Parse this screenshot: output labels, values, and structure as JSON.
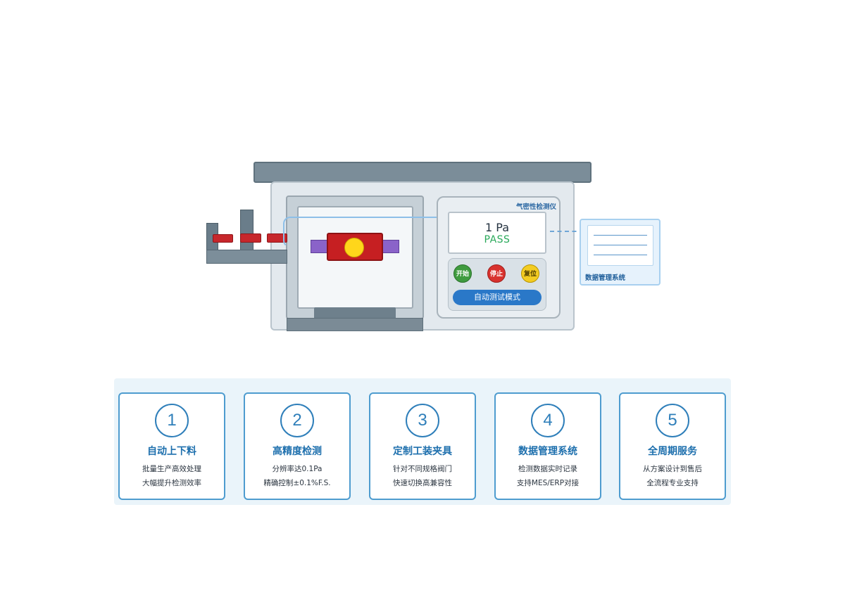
{
  "tester": {
    "title": "气密性检测仪",
    "reading": "1 Pa",
    "status": "PASS",
    "buttons": {
      "start": "开始",
      "stop": "停止",
      "reset": "复位"
    },
    "mode": "自动测试模式"
  },
  "data_system": {
    "label": "数据管理系统"
  },
  "colors": {
    "accent": "#2f7fba",
    "pass": "#29a95a",
    "start": "#3f9b3f",
    "stop": "#d8322e",
    "reset": "#f3cc22",
    "valve": "#c61f22"
  },
  "features": [
    {
      "number": "1",
      "title": "自动上下料",
      "lines": [
        "批量生产高效处理",
        "大幅提升检测效率"
      ]
    },
    {
      "number": "2",
      "title": "高精度检测",
      "lines": [
        "分辨率达0.1Pa",
        "精确控制±0.1%F.S."
      ]
    },
    {
      "number": "3",
      "title": "定制工装夹具",
      "lines": [
        "针对不同规格阀门",
        "快速切换高兼容性"
      ]
    },
    {
      "number": "4",
      "title": "数据管理系统",
      "lines": [
        "检测数据实时记录",
        "支持MES/ERP对接"
      ]
    },
    {
      "number": "5",
      "title": "全周期服务",
      "lines": [
        "从方案设计到售后",
        "全流程专业支持"
      ]
    }
  ]
}
